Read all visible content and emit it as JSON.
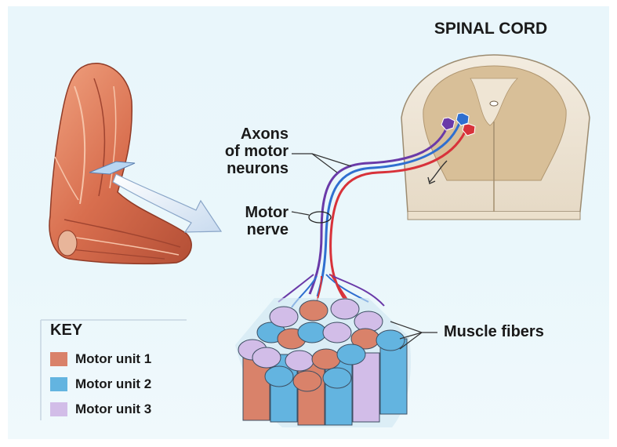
{
  "labels": {
    "spinal_cord": "SPINAL CORD",
    "axons_line1": "Axons",
    "axons_line2": "of motor",
    "axons_line3": "neurons",
    "motor_line1": "Motor",
    "motor_line2": "nerve",
    "muscle_fibers": "Muscle fibers"
  },
  "key": {
    "title": "KEY",
    "items": [
      {
        "label": "Motor unit 1",
        "color": "#d9826a"
      },
      {
        "label": "Motor unit 2",
        "color": "#63b4e0"
      },
      {
        "label": "Motor unit 3",
        "color": "#d2bde8"
      }
    ]
  },
  "colors": {
    "axon_red": "#d8323a",
    "axon_blue": "#2f6fd0",
    "axon_purple": "#6a3aa8",
    "spinal_gray": "#d9c3a4",
    "spinal_white": "#f6f0e6",
    "muscle": "#d86e4e"
  }
}
